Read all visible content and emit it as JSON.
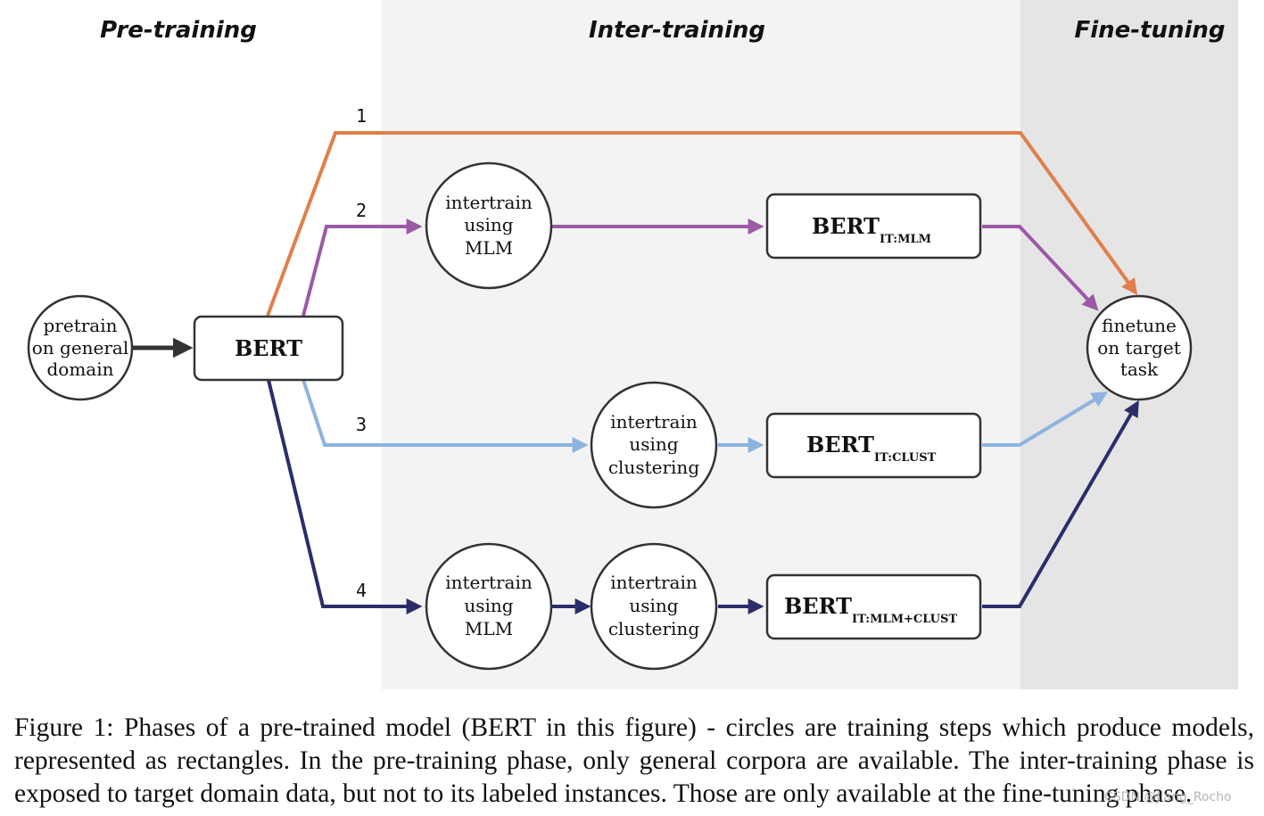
{
  "phases": {
    "pretraining": "Pre-training",
    "intertraining": "Inter-training",
    "finetuning": "Fine-tuning"
  },
  "nodes": {
    "pretrain": [
      "pretrain",
      "on general",
      "domain"
    ],
    "bert": "BERT",
    "intertrain_mlm": [
      "intertrain",
      "using",
      "MLM"
    ],
    "intertrain_clust": [
      "intertrain",
      "using",
      "clustering"
    ],
    "intertrain_mlm_4": [
      "intertrain",
      "using",
      "MLM"
    ],
    "intertrain_clust_4": [
      "intertrain",
      "using",
      "clustering"
    ],
    "bert_it_mlm": {
      "main": "BERT",
      "sub": "IT:MLM"
    },
    "bert_it_clust": {
      "main": "BERT",
      "sub": "IT:CLUST"
    },
    "bert_it_mlm_clust": {
      "main": "BERT",
      "sub": "IT:MLM+CLUST"
    },
    "finetune": [
      "finetune",
      "on target",
      "task"
    ]
  },
  "paths": [
    {
      "label": "1",
      "color": "#e07f4c"
    },
    {
      "label": "2",
      "color": "#9b59a6"
    },
    {
      "label": "3",
      "color": "#8db4de"
    },
    {
      "label": "4",
      "color": "#2b2d6b"
    }
  ],
  "colors": {
    "pretrain_arrow": "#333333",
    "intertraining_bg": "#f3f3f3",
    "finetuning_bg": "#e5e5e5"
  },
  "caption": "Figure 1: Phases of a pre-trained model (BERT in this figure) - circles are training steps which produce models, represented as rectangles. In the pre-training phase, only general corpora are available. The inter-training phase is exposed to target domain data, but not to its labeled instances. Those are only available at the fine-tuning phase.",
  "watermark": "CSDN @Jiang_Rocho"
}
